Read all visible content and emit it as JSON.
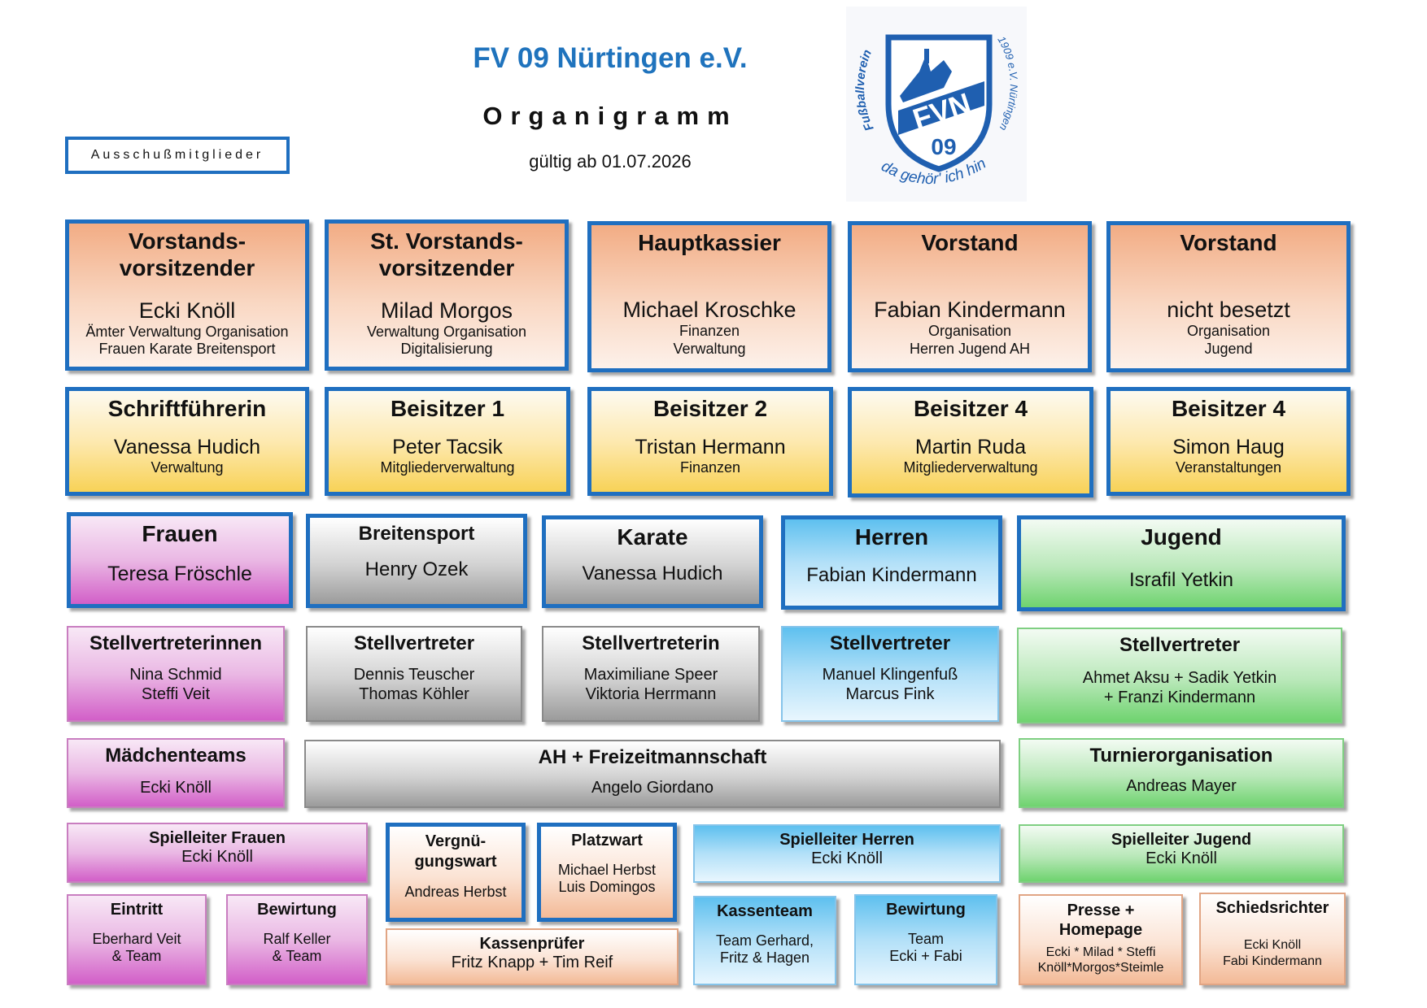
{
  "header": {
    "title": "FV 09 Nürtingen e.V.",
    "subtitle": "Organigramm",
    "validity": "gültig ab 01.07.2026",
    "legend": "Ausschußmitglieder"
  },
  "logo": {
    "arc_left": "Fußballverein",
    "arc_right": "1909 e.V. Nürtingen",
    "letters": "FVN",
    "number": "09",
    "slogan": "da gehör' ich hin"
  },
  "board": [
    {
      "role": "Vorstands-\nvorsitzender",
      "name": "Ecki Knöll",
      "duties": "Ämter Verwaltung Organisation\nFrauen Karate Breitensport"
    },
    {
      "role": "St. Vorstands-\nvorsitzender",
      "name": "Milad Morgos",
      "duties": "Verwaltung Organisation\nDigitalisierung"
    },
    {
      "role": "Hauptkassier",
      "name": "Michael Kroschke",
      "duties": "Finanzen\nVerwaltung"
    },
    {
      "role": "Vorstand",
      "name": "Fabian Kindermann",
      "duties": "Organisation\nHerren Jugend AH"
    },
    {
      "role": "Vorstand",
      "name": "nicht besetzt",
      "duties": "Organisation\nJugend"
    }
  ],
  "assessors": [
    {
      "role": "Schriftführerin",
      "name": "Vanessa Hudich",
      "duties": "Verwaltung"
    },
    {
      "role": "Beisitzer 1",
      "name": "Peter Tacsik",
      "duties": "Mitgliederverwaltung"
    },
    {
      "role": "Beisitzer 2",
      "name": "Tristan Hermann",
      "duties": "Finanzen"
    },
    {
      "role": "Beisitzer 4",
      "name": "Martin Ruda",
      "duties": "Mitgliederverwaltung"
    },
    {
      "role": "Beisitzer 4",
      "name": "Simon Haug",
      "duties": "Veranstaltungen"
    }
  ],
  "departments": [
    {
      "role": "Frauen",
      "name": "Teresa Fröschle"
    },
    {
      "role": "Breitensport",
      "name": "Henry Ozek"
    },
    {
      "role": "Karate",
      "name": "Vanessa Hudich"
    },
    {
      "role": "Herren",
      "name": "Fabian Kindermann"
    },
    {
      "role": "Jugend",
      "name": "Israfil Yetkin"
    }
  ],
  "deputies": [
    {
      "role": "Stellvertreterinnen",
      "names": "Nina Schmid\nSteffi Veit"
    },
    {
      "role": "Stellvertreter",
      "names": "Dennis Teuscher\nThomas Köhler"
    },
    {
      "role": "Stellvertreterin",
      "names": "Maximiliane Speer\nViktoria Herrmann"
    },
    {
      "role": "Stellvertreter",
      "names": "Manuel Klingenfuß\nMarcus Fink"
    },
    {
      "role": "Stellvertreter",
      "names": "Ahmet Aksu + Sadik Yetkin\n+ Franzi Kindermann"
    }
  ],
  "row5": [
    {
      "role": "Mädchenteams",
      "name": "Ecki Knöll"
    },
    {
      "role": "AH + Freizeitmannschaft",
      "name": "Angelo Giordano"
    },
    {
      "role": "Turnierorganisation",
      "name": "Andreas Mayer"
    }
  ],
  "lower": {
    "spielleiter_frauen": {
      "role": "Spielleiter Frauen",
      "name": "Ecki Knöll"
    },
    "vergnuegungswart": {
      "role": "Vergnü-\ngungswart",
      "name": "Andreas Herbst"
    },
    "platzwart": {
      "role": "Platzwart",
      "name": "Michael Herbst\nLuis Domingos"
    },
    "spielleiter_herren": {
      "role": "Spielleiter Herren",
      "name": "Ecki Knöll"
    },
    "spielleiter_jugend": {
      "role": "Spielleiter Jugend",
      "name": "Ecki Knöll"
    },
    "eintritt": {
      "role": "Eintritt",
      "name": "Eberhard Veit\n& Team"
    },
    "bewirtung_frauen": {
      "role": "Bewirtung",
      "name": "Ralf Keller\n& Team"
    },
    "kassenpruefer": {
      "role": "Kassenprüfer",
      "name": "Fritz Knapp + Tim Reif"
    },
    "kassenteam": {
      "role": "Kassenteam",
      "name": "Team Gerhard,\nFritz & Hagen"
    },
    "bewirtung_herren": {
      "role": "Bewirtung",
      "name": "Team\nEcki + Fabi"
    },
    "presse": {
      "role": "Presse +\nHomepage",
      "name": "Ecki * Milad * Steffi\nKnöll*Morgos*Steimle"
    },
    "schiedsrichter": {
      "role": "Schiedsrichter",
      "name": "Ecki Knöll\nFabi Kindermann"
    }
  },
  "colors": {
    "accent_blue": "#1f73bd",
    "border_blue": "#1f6fc0",
    "board": "#f2ac84",
    "assessors": "#f8d257",
    "frauen": "#d25fc8",
    "neutral": "#9b9b9b",
    "herren": "#5ec0ef",
    "jugend": "#6fd36f"
  }
}
